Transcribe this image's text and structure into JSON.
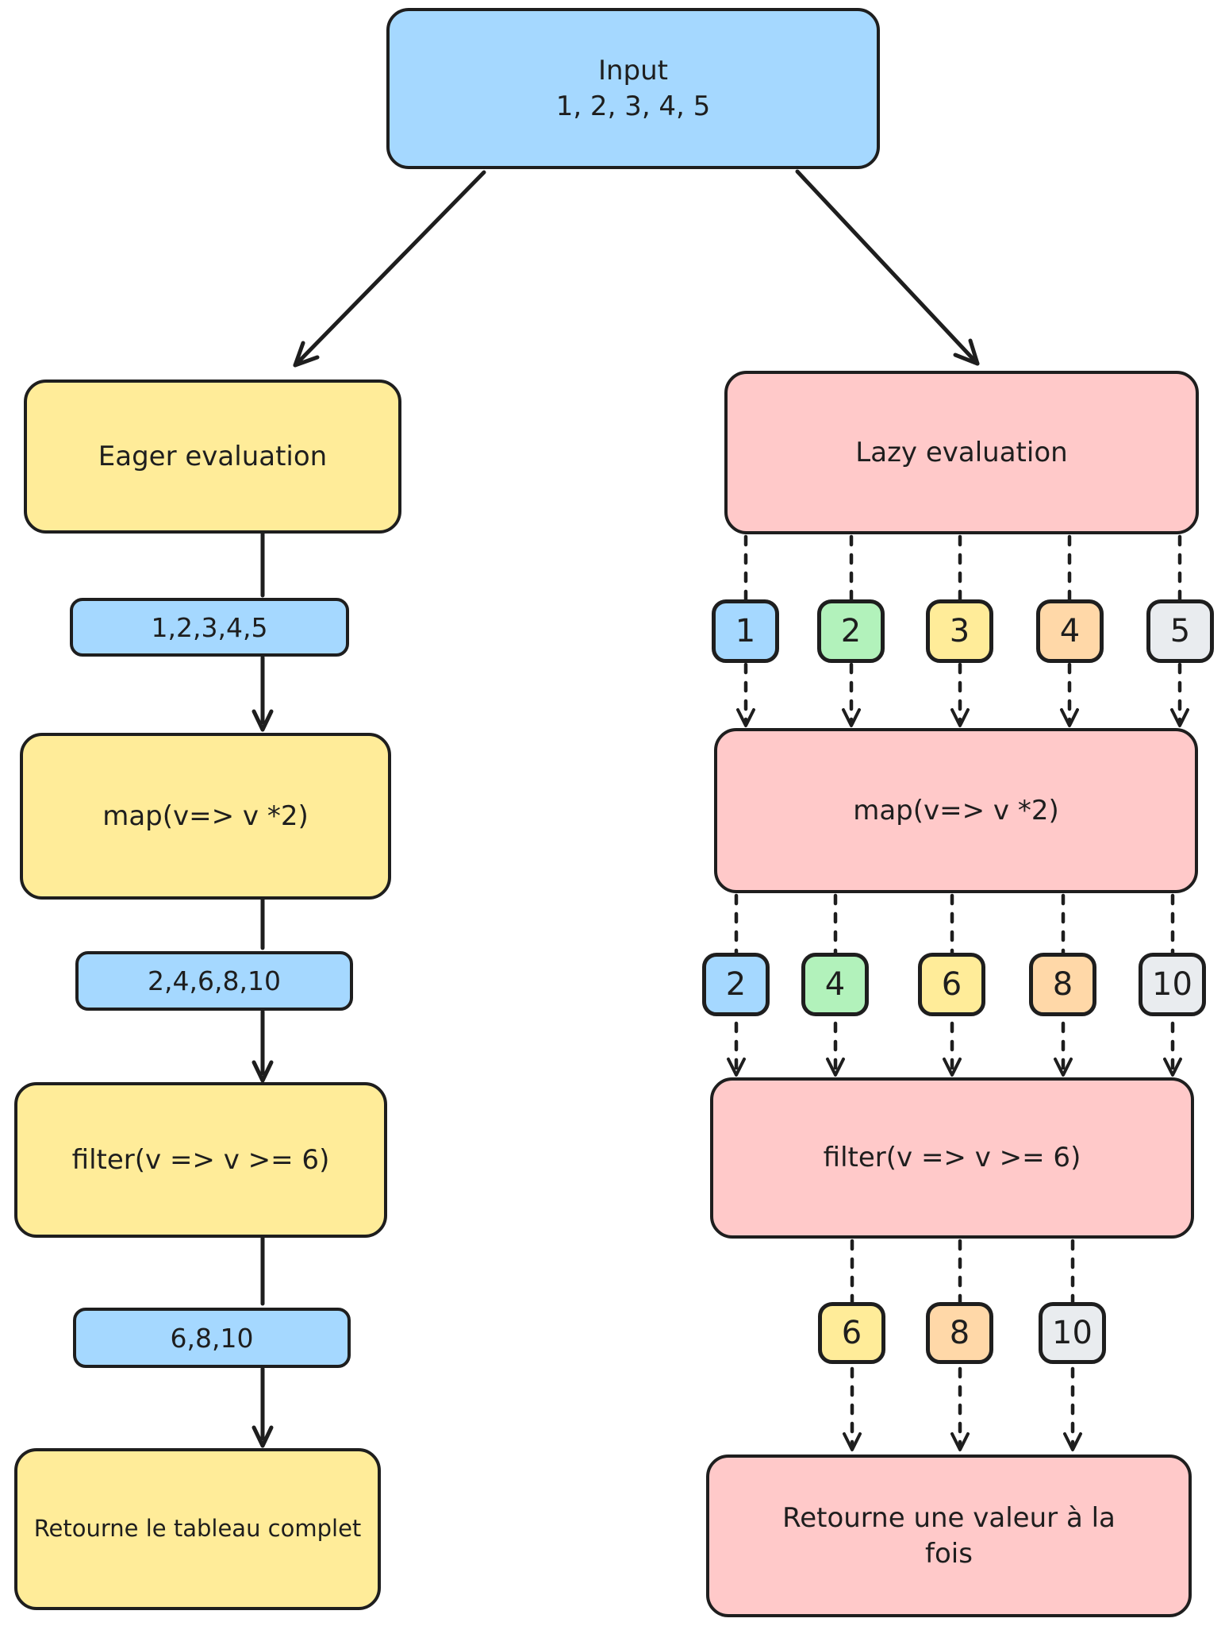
{
  "palette": {
    "blue": "#a5d8ff",
    "yellow": "#ffec99",
    "pink": "#ffc9c9",
    "green": "#b2f2bb",
    "orange": "#ffd8a8",
    "gray": "#e9ecef",
    "stroke": "#1e1e1e",
    "background": "#ffffff"
  },
  "nodes": {
    "input": {
      "title": "Input",
      "values": "1, 2, 3, 4, 5"
    },
    "eager": {
      "title": "Eager evaluation",
      "step1": "1,2,3,4,5",
      "map": "map(v=> v *2)",
      "step2": "2,4,6,8,10",
      "filter": "filter(v => v >= 6)",
      "step3": "6,8,10",
      "result": "Retourne le tableau complet"
    },
    "lazy": {
      "title": "Lazy evaluation",
      "map": "map(v=> v *2)",
      "filter": "filter(v => v >= 6)",
      "result": "Retourne une valeur à la fois",
      "row1": [
        {
          "value": "1",
          "color": "blue"
        },
        {
          "value": "2",
          "color": "green"
        },
        {
          "value": "3",
          "color": "yellow"
        },
        {
          "value": "4",
          "color": "orange"
        },
        {
          "value": "5",
          "color": "gray"
        }
      ],
      "row2": [
        {
          "value": "2",
          "color": "blue"
        },
        {
          "value": "4",
          "color": "green"
        },
        {
          "value": "6",
          "color": "yellow"
        },
        {
          "value": "8",
          "color": "orange"
        },
        {
          "value": "10",
          "color": "gray"
        }
      ],
      "row3": [
        {
          "value": "6",
          "color": "yellow"
        },
        {
          "value": "8",
          "color": "orange"
        },
        {
          "value": "10",
          "color": "gray"
        }
      ]
    }
  }
}
